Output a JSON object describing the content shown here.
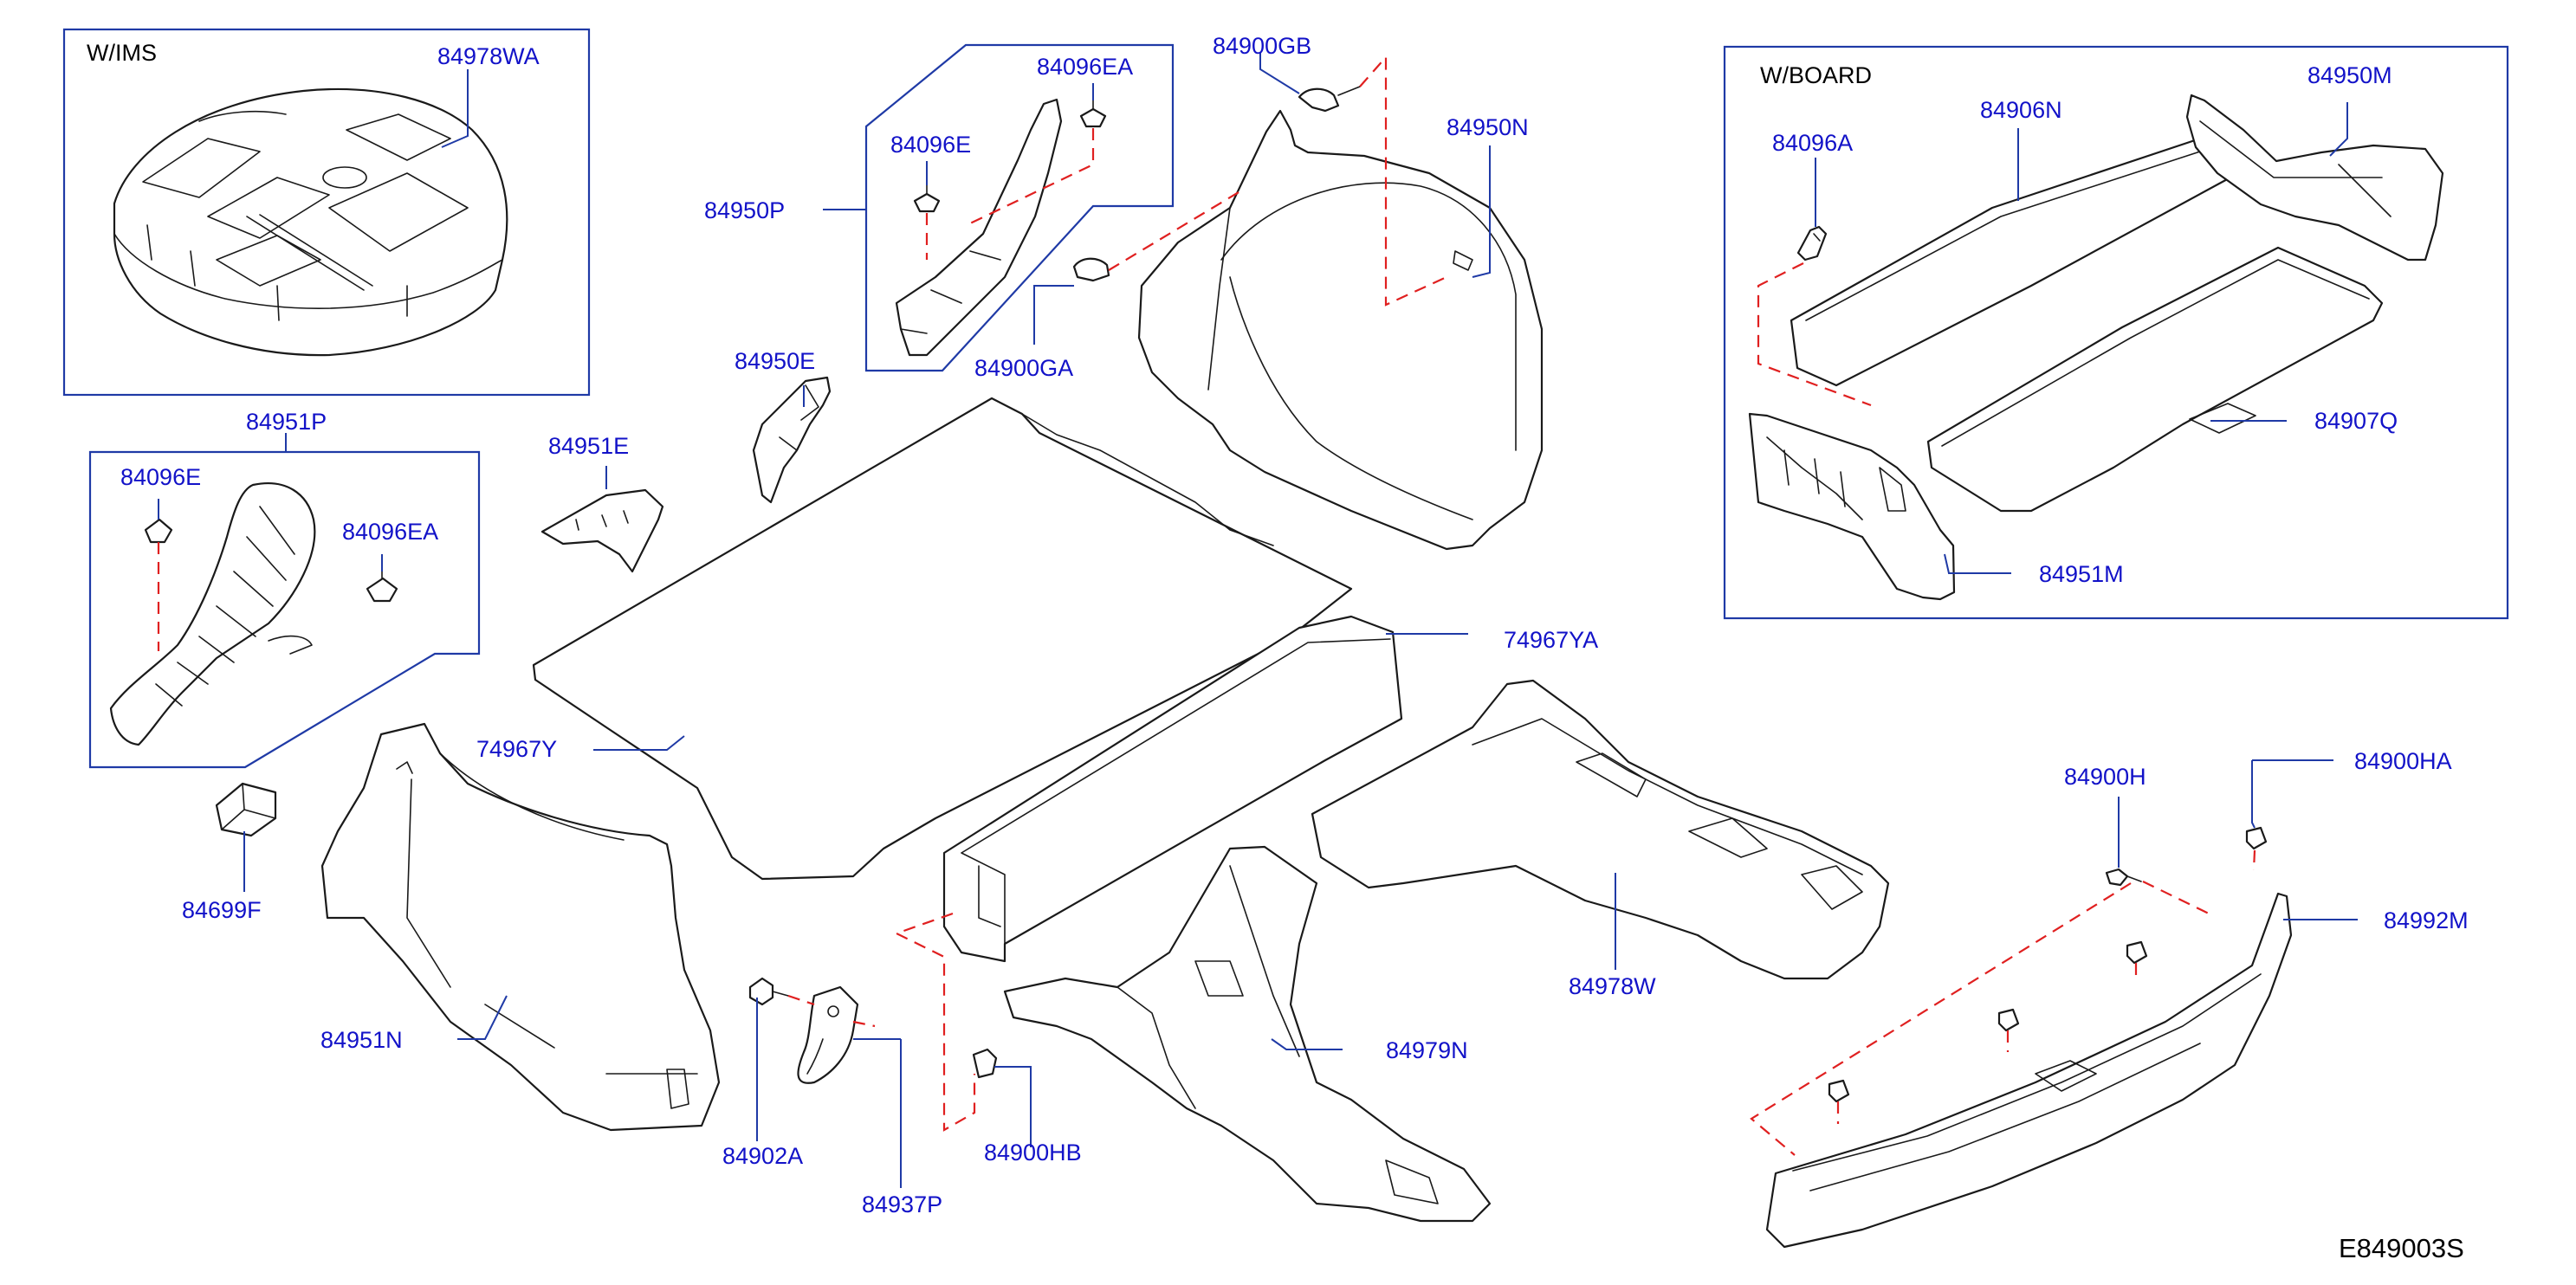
{
  "colors": {
    "label": "#1212c8",
    "leader": "#1f3aa6",
    "box": "#1f3aa6",
    "dashed": "#e02020",
    "line": "#1a1a1a",
    "code": "#000000"
  },
  "boxes": {
    "ims": "W/IMS",
    "board": "W/BOARD"
  },
  "diagram_code": "E849003S",
  "parts": {
    "p84978WA": "84978WA",
    "p84951P": "84951P",
    "p84096E_left": "84096E",
    "p84096EA_left": "84096EA",
    "p84699F": "84699F",
    "p84951N": "84951N",
    "p74967Y": "74967Y",
    "p84951E": "84951E",
    "p84950E": "84950E",
    "p84950P": "84950P",
    "p84096E_top": "84096E",
    "p84096EA_top": "84096EA",
    "p84900GB": "84900GB",
    "p84900GA": "84900GA",
    "p84950N": "84950N",
    "p84096A": "84096A",
    "p84906N": "84906N",
    "p84950M": "84950M",
    "p84907Q": "84907Q",
    "p84951M": "84951M",
    "p74967YA": "74967YA",
    "p84978W": "84978W",
    "p84979N": "84979N",
    "p84902A": "84902A",
    "p84937P": "84937P",
    "p84900HB": "84900HB",
    "p84900H": "84900H",
    "p84900HA": "84900HA",
    "p84992M": "84992M"
  }
}
